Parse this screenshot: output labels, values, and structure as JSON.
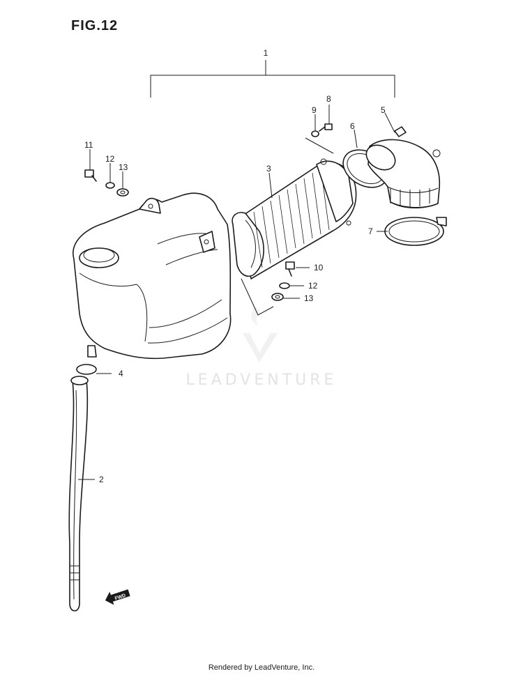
{
  "figure": {
    "title": "FIG.12"
  },
  "callouts": [
    {
      "id": "1",
      "label": "1"
    },
    {
      "id": "2",
      "label": "2"
    },
    {
      "id": "3",
      "label": "3"
    },
    {
      "id": "4",
      "label": "4"
    },
    {
      "id": "5",
      "label": "5"
    },
    {
      "id": "6",
      "label": "6"
    },
    {
      "id": "7",
      "label": "7"
    },
    {
      "id": "8",
      "label": "8"
    },
    {
      "id": "9",
      "label": "9"
    },
    {
      "id": "10",
      "label": "10"
    },
    {
      "id": "11",
      "label": "11"
    },
    {
      "id": "12a",
      "label": "12"
    },
    {
      "id": "13a",
      "label": "13"
    },
    {
      "id": "12b",
      "label": "12"
    },
    {
      "id": "13b",
      "label": "13"
    }
  ],
  "fwd_marker": "FWD",
  "watermark": {
    "text": "LEADVENTURE"
  },
  "footer": {
    "text": "Rendered by LeadVenture, Inc."
  }
}
